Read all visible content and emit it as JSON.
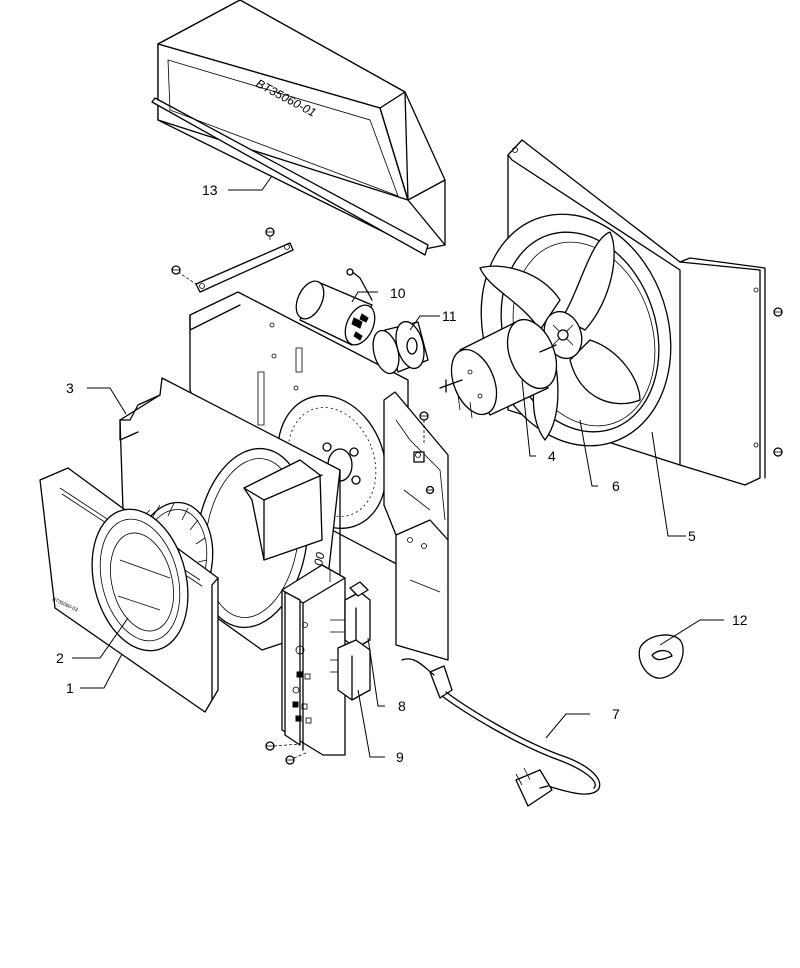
{
  "diagram": {
    "callouts": [
      {
        "id": "1",
        "label": "1"
      },
      {
        "id": "2",
        "label": "2"
      },
      {
        "id": "3",
        "label": "3"
      },
      {
        "id": "4",
        "label": "4"
      },
      {
        "id": "5",
        "label": "5"
      },
      {
        "id": "6",
        "label": "6"
      },
      {
        "id": "7",
        "label": "7"
      },
      {
        "id": "8",
        "label": "8"
      },
      {
        "id": "9",
        "label": "9"
      },
      {
        "id": "10",
        "label": "10"
      },
      {
        "id": "11",
        "label": "11"
      },
      {
        "id": "12",
        "label": "12"
      },
      {
        "id": "13",
        "label": "13"
      }
    ],
    "part_markings": {
      "duct": "BT35060-01",
      "housing": "060-00",
      "grille": "BT35060-03"
    }
  }
}
